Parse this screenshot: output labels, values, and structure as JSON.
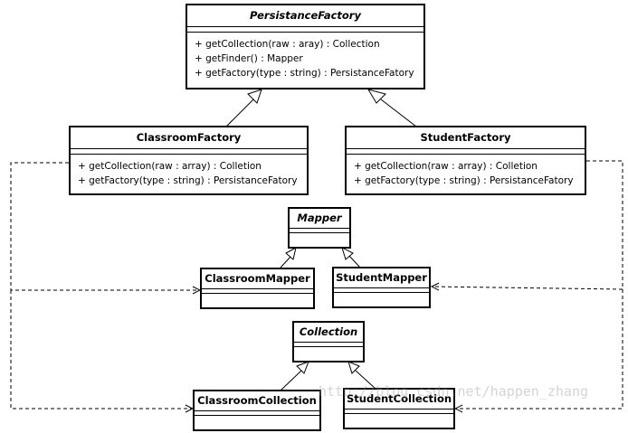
{
  "classes": {
    "persistance_factory": {
      "name": "PersistanceFactory",
      "ops": [
        "+ getCollection(raw : aray) : Collection",
        "+ getFinder() : Mapper",
        "+ getFactory(type : string) : PersistanceFatory"
      ]
    },
    "classroom_factory": {
      "name": "ClassroomFactory",
      "ops": [
        "+ getCollection(raw : array) : Colletion",
        "+ getFactory(type : string) : PersistanceFatory"
      ]
    },
    "student_factory": {
      "name": "StudentFactory",
      "ops": [
        "+ getCollection(raw : array) : Colletion",
        "+ getFactory(type : string) : PersistanceFatory"
      ]
    },
    "mapper": {
      "name": "Mapper"
    },
    "classroom_mapper": {
      "name": "ClassroomMapper"
    },
    "student_mapper": {
      "name": "StudentMapper"
    },
    "collection": {
      "name": "Collection"
    },
    "classroom_collection": {
      "name": "ClassroomCollection"
    },
    "student_collection": {
      "name": "StudentCollection"
    }
  },
  "watermark": "http://blog.csdn.net/happen_zhang"
}
